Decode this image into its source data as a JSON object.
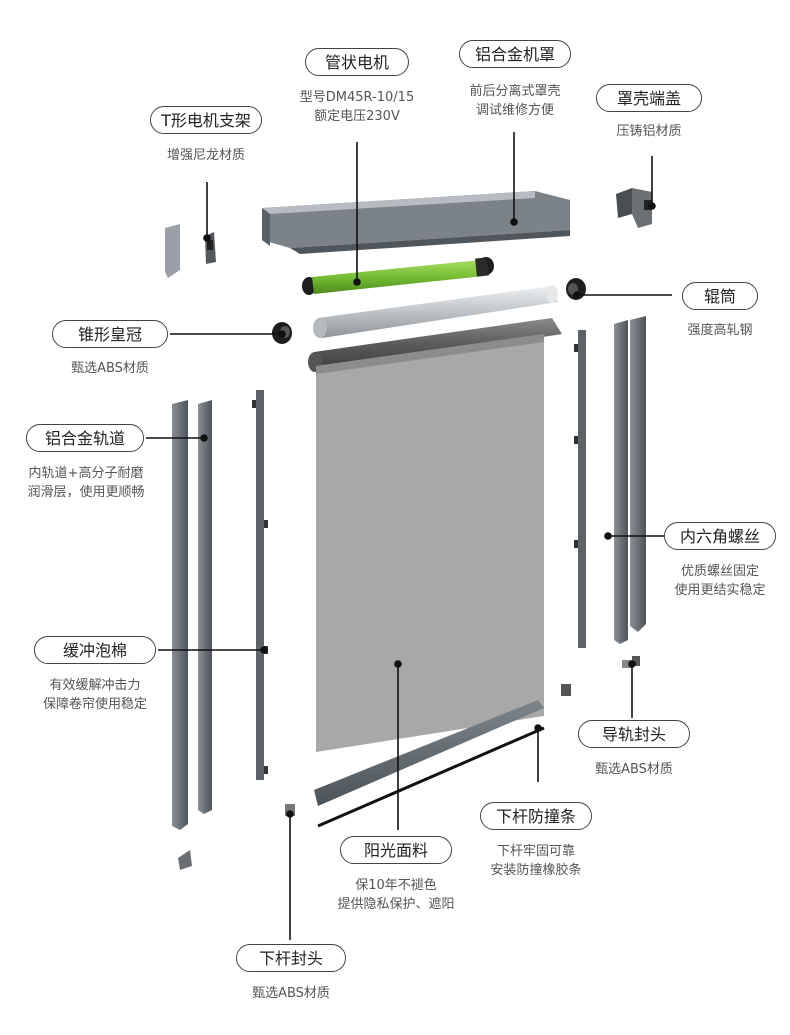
{
  "labels": {
    "tubular_motor": {
      "title": "管状电机",
      "lines": [
        "型号DM45R-10/15",
        "额定电压230V"
      ]
    },
    "alu_cover": {
      "title": "铝合金机罩",
      "lines": [
        "前后分离式罩壳",
        "调试维修方便"
      ]
    },
    "t_bracket": {
      "title": "T形电机支架",
      "lines": [
        "增强尼龙材质"
      ]
    },
    "cover_end_cap": {
      "title": "罩壳端盖",
      "lines": [
        "压铸铝材质"
      ]
    },
    "roller": {
      "title": "辊筒",
      "lines": [
        "强度高轧钢"
      ]
    },
    "cone_crown": {
      "title": "锥形皇冠",
      "lines": [
        "甄选ABS材质"
      ]
    },
    "alu_track": {
      "title": "铝合金轨道",
      "lines": [
        "内轨道+高分子耐磨",
        "润滑层，使用更顺畅"
      ]
    },
    "hex_screw": {
      "title": "内六角螺丝",
      "lines": [
        "优质螺丝固定",
        "使用更结实稳定"
      ]
    },
    "foam_buffer": {
      "title": "缓冲泡棉",
      "lines": [
        "有效缓解冲击力",
        "保障卷帘使用稳定"
      ]
    },
    "rail_end_cap": {
      "title": "导轨封头",
      "lines": [
        "甄选ABS材质"
      ]
    },
    "bottom_bar_strip": {
      "title": "下杆防撞条",
      "lines": [
        "下杆牢固可靠",
        "安装防撞橡胶条"
      ]
    },
    "sunscreen_fabric": {
      "title": "阳光面料",
      "lines": [
        "保10年不褪色",
        "提供隐私保护、遮阳"
      ]
    },
    "bottom_bar_cap": {
      "title": "下杆封头",
      "lines": [
        "甄选ABS材质"
      ]
    }
  },
  "colors": {
    "motor_green": "#7cc13a",
    "aluminum_gray": "#6e757c",
    "fabric_gray": "#a9a9a9",
    "roller_silver": "#c9cdd2",
    "cap_black": "#1e1e1e",
    "leader_line": "#111111"
  }
}
